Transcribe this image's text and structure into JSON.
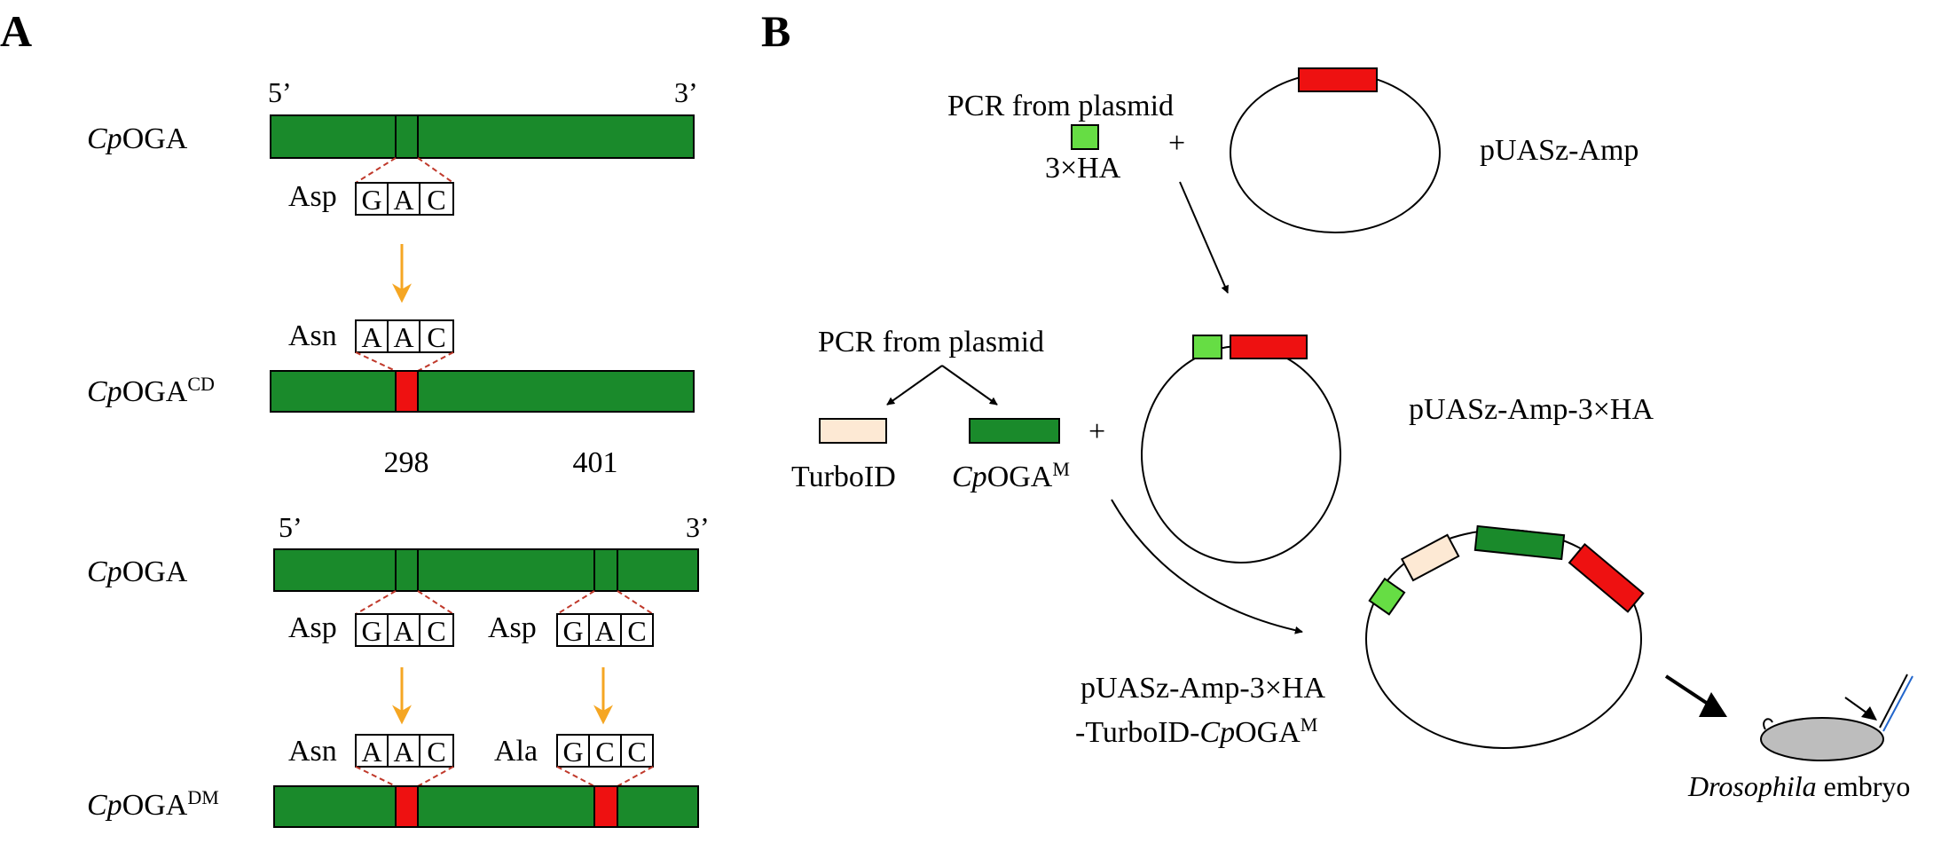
{
  "colors": {
    "gene_green": "#1a8a2b",
    "mutation_red": "#ee1111",
    "ha_green": "#66dd44",
    "turbo_beige": "#fde9d4",
    "arrow_orange": "#f5a623",
    "dashed_red": "#c0392b",
    "embryo_gray": "#bdbdbd"
  },
  "panel_a": {
    "label": "A",
    "five_prime": "5’",
    "three_prime": "3’",
    "gene": {
      "cp": "Cp",
      "oga": "OGA"
    },
    "cd_superscript": "CD",
    "dm_superscript": "DM",
    "asp": "Asp",
    "asn": "Asn",
    "ala": "Ala",
    "codon_gac": [
      "G",
      "A",
      "C"
    ],
    "codon_aac": [
      "A",
      "A",
      "C"
    ],
    "codon_gcc": [
      "G",
      "C",
      "C"
    ],
    "pos_298": "298",
    "pos_401": "401"
  },
  "panel_b": {
    "label": "B",
    "pcr_text": "PCR from plasmid",
    "ha_label": "3×HA",
    "plus": "+",
    "puasz_amp": "pUASz-Amp",
    "puasz_amp_ha": "pUASz-Amp-3×HA",
    "turboid": "TurboID",
    "cpoga_m": {
      "cp": "Cp",
      "oga": "OGA",
      "sup": "M"
    },
    "final_line1": "pUASz-Amp-3×HA",
    "final_line2_prefix": "-TurboID-",
    "embryo_genus": "Drosophila",
    "embryo_word": " embryo"
  }
}
